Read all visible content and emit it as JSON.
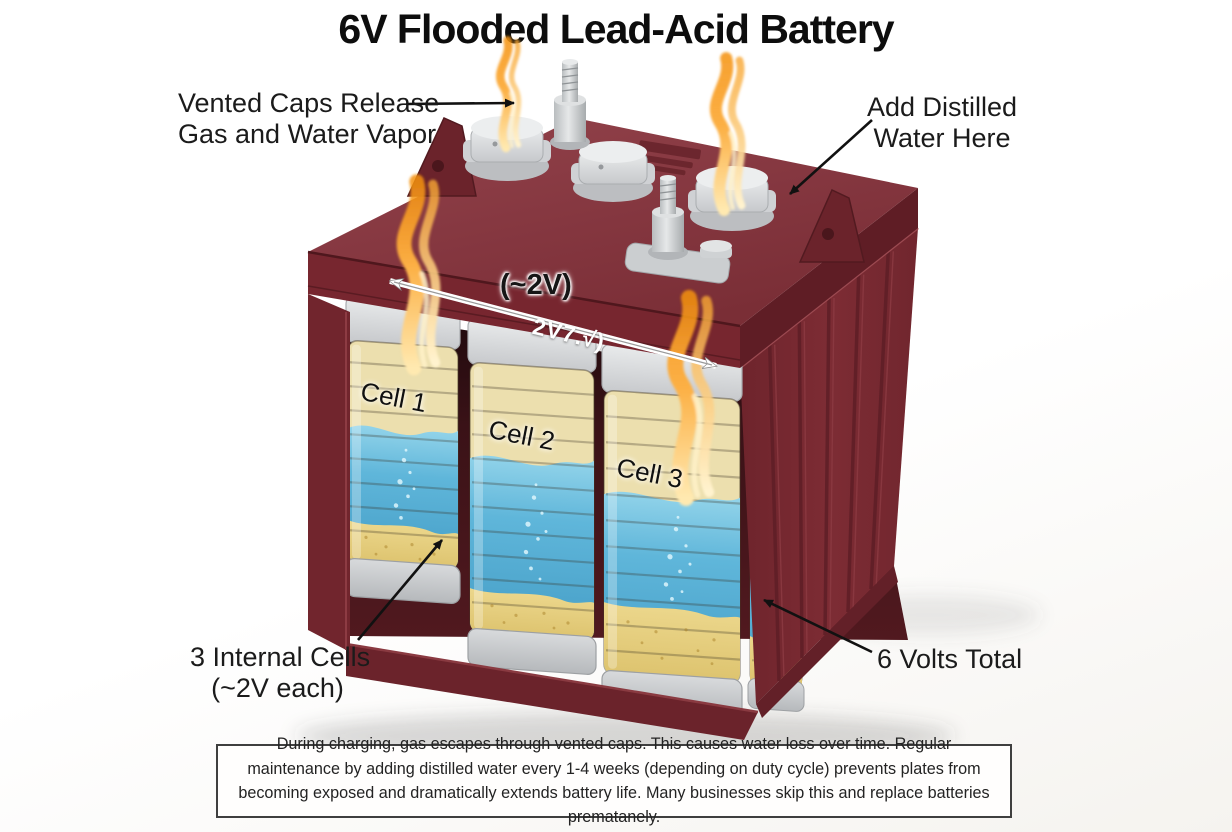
{
  "title": "6V Flooded Lead-Acid Battery",
  "annotations": {
    "vented_caps_line1": "Vented Caps Release",
    "vented_caps_line2": "Gas and Water Vapor",
    "add_water_line1": "Add Distilled",
    "add_water_line2": "Water Here",
    "cell_voltage": "(~2V)",
    "dimension_text": "2V7.√)",
    "internal_cells_line1": "3 Internal Cells",
    "internal_cells_line2": "(~2V each)",
    "total_voltage": "6 Volts Total"
  },
  "cells": [
    {
      "label": "Cell 1"
    },
    {
      "label": "Cell 2"
    },
    {
      "label": "Cell 3"
    }
  ],
  "caption": "During charging, gas escapes through vented caps. This causes water loss over time. Regular maintenance by adding distilled water every 1-4 weeks (depending on duty cycle) prevents plates from becoming exposed and dramatically extends battery life. Many businesses skip this and replace batteries prematanely.",
  "colors": {
    "case_red": "#7c2b33",
    "case_red_light": "#8a3941",
    "case_red_dark": "#5f1d25",
    "cavity_dark": "#2a0e12",
    "electrolyte_blue": "#5fb6da",
    "plate_cream": "#ecdfae",
    "sediment_yellow": "#e8d184",
    "cap_gray": "#d9dadc",
    "flame_orange": "#f5920f",
    "flame_yellow": "#ffe9b0",
    "label_ink": "#1b1b1b"
  }
}
